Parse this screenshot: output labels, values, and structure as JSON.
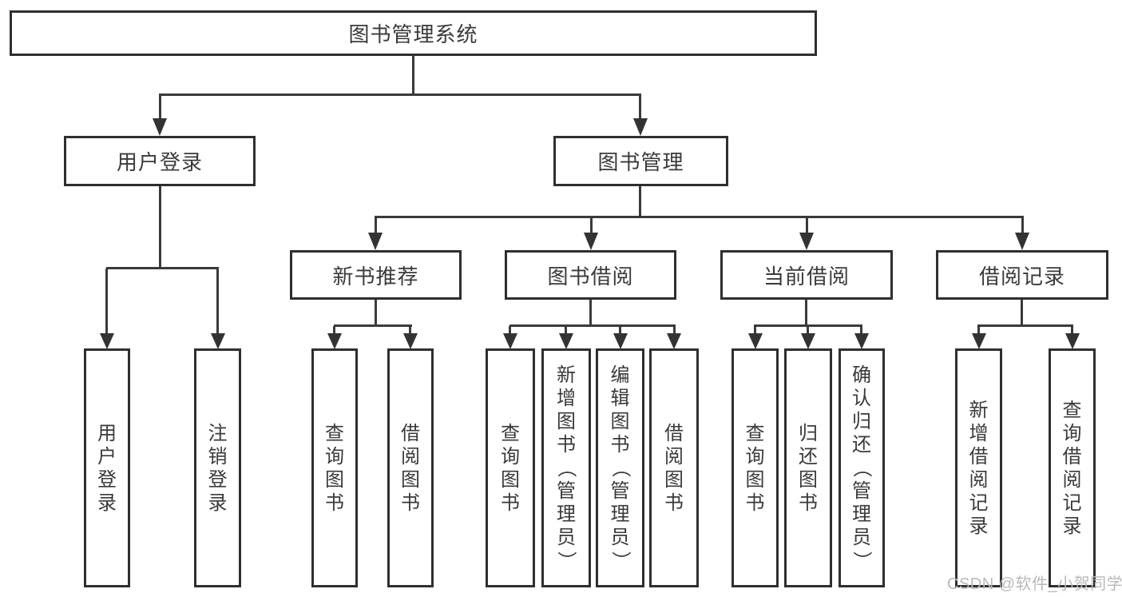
{
  "tree": {
    "root": "图书管理系统",
    "branches": [
      {
        "label": "用户登录",
        "children": [
          "用户登录",
          "注销登录"
        ]
      },
      {
        "label": "图书管理",
        "children": [
          {
            "label": "新书推荐",
            "children": [
              "查询图书",
              "借阅图书"
            ]
          },
          {
            "label": "图书借阅",
            "children": [
              "查询图书",
              "新增图书（管理员）",
              "编辑图书（管理员）",
              "借阅图书"
            ]
          },
          {
            "label": "当前借阅",
            "children": [
              "查询图书",
              "归还图书",
              "确认归还（管理员）"
            ]
          },
          {
            "label": "借阅记录",
            "children": [
              "新增借阅记录",
              "查询借阅记录"
            ]
          }
        ]
      }
    ]
  },
  "watermark": "CSDN @软件_小贺同学",
  "colors": {
    "line": "#3a3a3a",
    "box_border": "#2f2f2f",
    "text": "#3a3a3a",
    "watermark_text": "#b7babd",
    "background": "#ffffff"
  }
}
